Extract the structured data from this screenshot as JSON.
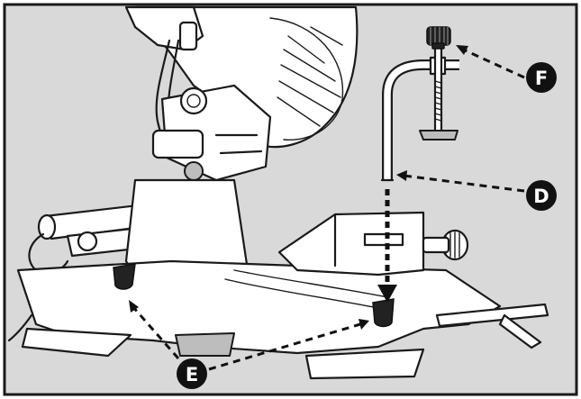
{
  "figure": {
    "background_color": "#d9d9d9",
    "line_color": "#1a1a1a",
    "callout_color": "#111111"
  },
  "parts": [
    {
      "id": "miter-saw",
      "icon": "miter-saw-illustration"
    },
    {
      "id": "hold-down-clamp",
      "icon": "clamp-illustration"
    }
  ],
  "callouts": {
    "F": "F",
    "D": "D",
    "E": "E"
  }
}
